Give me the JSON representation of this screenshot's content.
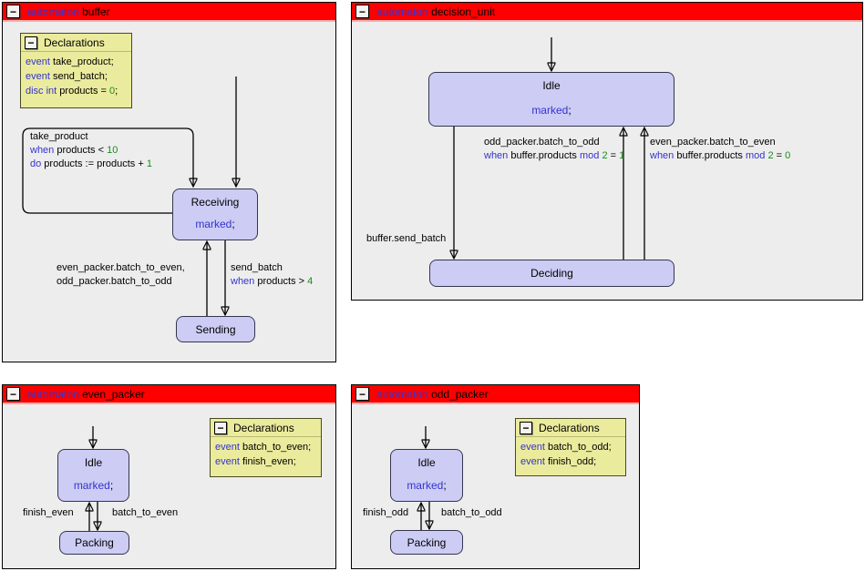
{
  "ui": {
    "collapse_glyph": "−"
  },
  "colors": {
    "title_bar": "#fe0000",
    "keyword": "#3433cf",
    "number": "#1a8c1a",
    "state_fill": "#ccccf5",
    "declarations_fill": "#ebeb9d",
    "panel_background": "#ededed"
  },
  "panels": {
    "buffer": {
      "title_keyword": "automaton",
      "title_name": "buffer",
      "declarations": {
        "title": "Declarations",
        "lines": [
          [
            {
              "t": "event ",
              "c": "kw"
            },
            {
              "t": "take_product;",
              "c": "p"
            }
          ],
          [
            {
              "t": "event ",
              "c": "kw"
            },
            {
              "t": "send_batch;",
              "c": "p"
            }
          ],
          [
            {
              "t": "disc int ",
              "c": "kw"
            },
            {
              "t": "products = ",
              "c": "p"
            },
            {
              "t": "0",
              "c": "n"
            },
            {
              "t": ";",
              "c": "p"
            }
          ]
        ]
      },
      "states": {
        "receiving": {
          "name": "Receiving",
          "body": [
            [
              {
                "t": "marked",
                "c": "kw"
              },
              {
                "t": ";",
                "c": "p"
              }
            ]
          ]
        },
        "sending": {
          "name": "Sending"
        }
      },
      "edges": {
        "self_loop": [
          [
            {
              "t": "take_product",
              "c": "p"
            }
          ],
          [
            {
              "t": "when ",
              "c": "kw"
            },
            {
              "t": "products < ",
              "c": "p"
            },
            {
              "t": "10",
              "c": "n"
            }
          ],
          [
            {
              "t": "do ",
              "c": "kw"
            },
            {
              "t": "products := products + ",
              "c": "p"
            },
            {
              "t": "1",
              "c": "n"
            }
          ]
        ],
        "to_receiving": [
          [
            {
              "t": "even_packer.batch_to_even,",
              "c": "p"
            }
          ],
          [
            {
              "t": "odd_packer.batch_to_odd",
              "c": "p"
            }
          ]
        ],
        "to_sending": [
          [
            {
              "t": "send_batch",
              "c": "p"
            }
          ],
          [
            {
              "t": "when ",
              "c": "kw"
            },
            {
              "t": "products > ",
              "c": "p"
            },
            {
              "t": "4",
              "c": "n"
            }
          ]
        ]
      }
    },
    "decision_unit": {
      "title_keyword": "automaton",
      "title_name": "decision_unit",
      "states": {
        "idle": {
          "name": "Idle",
          "body": [
            [
              {
                "t": "marked",
                "c": "kw"
              },
              {
                "t": ";",
                "c": "p"
              }
            ]
          ]
        },
        "deciding": {
          "name": "Deciding"
        }
      },
      "edges": {
        "to_deciding": [
          [
            {
              "t": "buffer.send_batch",
              "c": "p"
            }
          ]
        ],
        "to_idle_odd": [
          [
            {
              "t": "odd_packer.batch_to_odd",
              "c": "p"
            }
          ],
          [
            {
              "t": "when ",
              "c": "kw"
            },
            {
              "t": "buffer.products ",
              "c": "p"
            },
            {
              "t": "mod ",
              "c": "kw"
            },
            {
              "t": "2",
              "c": "n"
            },
            {
              "t": " = ",
              "c": "p"
            },
            {
              "t": "1",
              "c": "n"
            }
          ]
        ],
        "to_idle_even": [
          [
            {
              "t": "even_packer.batch_to_even",
              "c": "p"
            }
          ],
          [
            {
              "t": "when ",
              "c": "kw"
            },
            {
              "t": "buffer.products ",
              "c": "p"
            },
            {
              "t": "mod ",
              "c": "kw"
            },
            {
              "t": "2",
              "c": "n"
            },
            {
              "t": " = ",
              "c": "p"
            },
            {
              "t": "0",
              "c": "n"
            }
          ]
        ]
      }
    },
    "even_packer": {
      "title_keyword": "automaton",
      "title_name": "even_packer",
      "declarations": {
        "title": "Declarations",
        "lines": [
          [
            {
              "t": "event ",
              "c": "kw"
            },
            {
              "t": "batch_to_even;",
              "c": "p"
            }
          ],
          [
            {
              "t": "event ",
              "c": "kw"
            },
            {
              "t": "finish_even;",
              "c": "p"
            }
          ]
        ]
      },
      "states": {
        "idle": {
          "name": "Idle",
          "body": [
            [
              {
                "t": "marked",
                "c": "kw"
              },
              {
                "t": ";",
                "c": "p"
              }
            ]
          ]
        },
        "packing": {
          "name": "Packing"
        }
      },
      "edges": {
        "to_idle": [
          [
            {
              "t": "finish_even",
              "c": "p"
            }
          ]
        ],
        "to_packing": [
          [
            {
              "t": "batch_to_even",
              "c": "p"
            }
          ]
        ]
      }
    },
    "odd_packer": {
      "title_keyword": "automaton",
      "title_name": "odd_packer",
      "declarations": {
        "title": "Declarations",
        "lines": [
          [
            {
              "t": "event ",
              "c": "kw"
            },
            {
              "t": "batch_to_odd;",
              "c": "p"
            }
          ],
          [
            {
              "t": "event ",
              "c": "kw"
            },
            {
              "t": "finish_odd;",
              "c": "p"
            }
          ]
        ]
      },
      "states": {
        "idle": {
          "name": "Idle",
          "body": [
            [
              {
                "t": "marked",
                "c": "kw"
              },
              {
                "t": ";",
                "c": "p"
              }
            ]
          ]
        },
        "packing": {
          "name": "Packing"
        }
      },
      "edges": {
        "to_idle": [
          [
            {
              "t": "finish_odd",
              "c": "p"
            }
          ]
        ],
        "to_packing": [
          [
            {
              "t": "batch_to_odd",
              "c": "p"
            }
          ]
        ]
      }
    }
  }
}
